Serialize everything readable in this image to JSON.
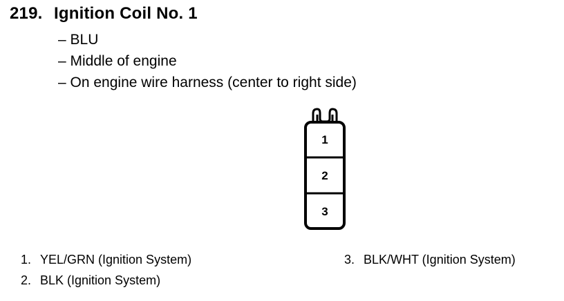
{
  "header": {
    "number": "219.",
    "title": "Ignition Coil No. 1"
  },
  "details": [
    "– BLU",
    "– Middle of engine",
    "– On engine wire harness (center to right side)"
  ],
  "connector": {
    "pins": [
      "1",
      "2",
      "3"
    ]
  },
  "pin_descriptions": {
    "p1": {
      "num": "1.",
      "text": "YEL/GRN (Ignition System)"
    },
    "p2": {
      "num": "2.",
      "text": "BLK (Ignition System)"
    },
    "p3": {
      "num": "3.",
      "text": "BLK/WHT (Ignition System)"
    }
  }
}
